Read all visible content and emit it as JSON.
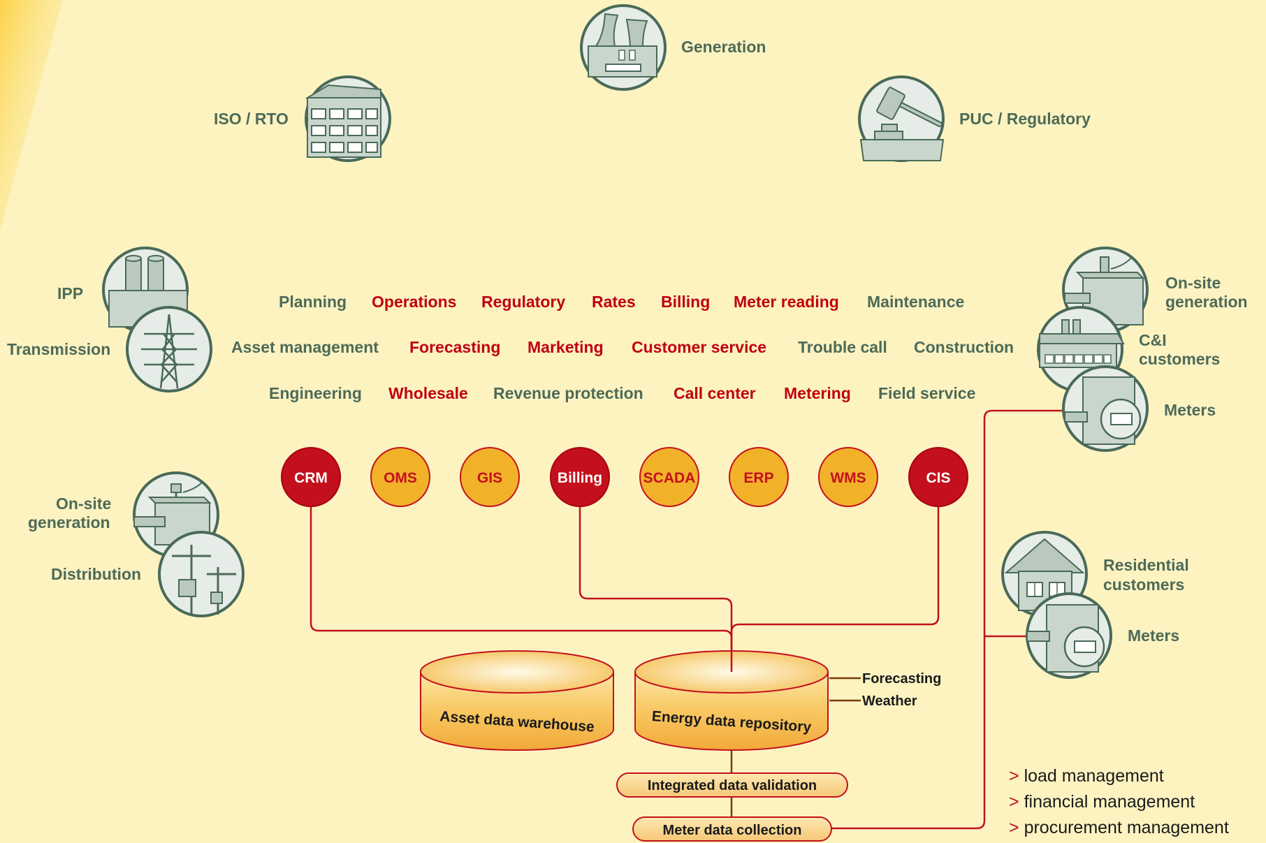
{
  "colors": {
    "background": "#fcf3c1",
    "green_text": "#4e6a58",
    "red_text": "#c0000f",
    "red_line": "#c4101d",
    "node_red": "#c4101d",
    "node_orange": "#f1b22a",
    "node_orange_text": "#c4101d",
    "icon_outline": "#4a6a58",
    "icon_fill": "#e9eee9",
    "icon_gray": "#b9c9bd",
    "database_fill": "#f8c15a",
    "db_top": "#fce3a0"
  },
  "entities": [
    {
      "id": "generation",
      "label": "Generation",
      "icon": "power-plant-icon"
    },
    {
      "id": "iso-rto",
      "label": "ISO / RTO",
      "icon": "office-building-icon"
    },
    {
      "id": "puc",
      "label": "PUC / Regulatory",
      "icon": "gavel-icon"
    },
    {
      "id": "ipp",
      "label": "IPP",
      "icon": "factory-icon"
    },
    {
      "id": "transmission",
      "label": "Transmission",
      "icon": "transmission-tower-icon"
    },
    {
      "id": "onsite-left",
      "label": "On-site\ngeneration",
      "icon": "generator-icon"
    },
    {
      "id": "distribution",
      "label": "Distribution",
      "icon": "utility-pole-icon"
    },
    {
      "id": "onsite-right",
      "label": "On-site\ngeneration",
      "icon": "generator-icon"
    },
    {
      "id": "ci",
      "label": "C&I\ncustomers",
      "icon": "industrial-building-icon"
    },
    {
      "id": "meters-ci",
      "label": "Meters",
      "icon": "meter-icon"
    },
    {
      "id": "residential",
      "label": "Residential\ncustomers",
      "icon": "house-icon"
    },
    {
      "id": "meters-res",
      "label": "Meters",
      "icon": "meter-icon"
    }
  ],
  "functions": [
    [
      {
        "label": "Planning",
        "style": "green"
      },
      {
        "label": "Operations",
        "style": "red"
      },
      {
        "label": "Regulatory",
        "style": "red"
      },
      {
        "label": "Rates",
        "style": "red"
      },
      {
        "label": "Billing",
        "style": "red"
      },
      {
        "label": "Meter reading",
        "style": "red"
      },
      {
        "label": "Maintenance",
        "style": "green"
      }
    ],
    [
      {
        "label": "Asset management",
        "style": "green"
      },
      {
        "label": "Forecasting",
        "style": "red"
      },
      {
        "label": "Marketing",
        "style": "red"
      },
      {
        "label": "Customer service",
        "style": "red"
      },
      {
        "label": "Trouble call",
        "style": "green"
      },
      {
        "label": "Construction",
        "style": "green"
      }
    ],
    [
      {
        "label": "Engineering",
        "style": "green"
      },
      {
        "label": "Wholesale",
        "style": "red"
      },
      {
        "label": "Revenue protection",
        "style": "green"
      },
      {
        "label": "Call center",
        "style": "red"
      },
      {
        "label": "Metering",
        "style": "red"
      },
      {
        "label": "Field service",
        "style": "green"
      }
    ]
  ],
  "systems": [
    {
      "label": "CRM",
      "style": "red"
    },
    {
      "label": "OMS",
      "style": "orange"
    },
    {
      "label": "GIS",
      "style": "orange"
    },
    {
      "label": "Billing",
      "style": "red"
    },
    {
      "label": "SCADA",
      "style": "orange"
    },
    {
      "label": "ERP",
      "style": "orange"
    },
    {
      "label": "WMS",
      "style": "orange"
    },
    {
      "label": "CIS",
      "style": "red"
    }
  ],
  "databases": [
    {
      "label": "Asset data warehouse"
    },
    {
      "label": "Energy data repository"
    }
  ],
  "repository_inputs": [
    "Forecasting",
    "Weather"
  ],
  "process_boxes": [
    "Integrated data validation",
    "Meter data collection"
  ],
  "outputs": [
    {
      "marker": ">",
      "label": "load management"
    },
    {
      "marker": ">",
      "label": "financial management"
    },
    {
      "marker": ">",
      "label": "procurement management"
    }
  ]
}
